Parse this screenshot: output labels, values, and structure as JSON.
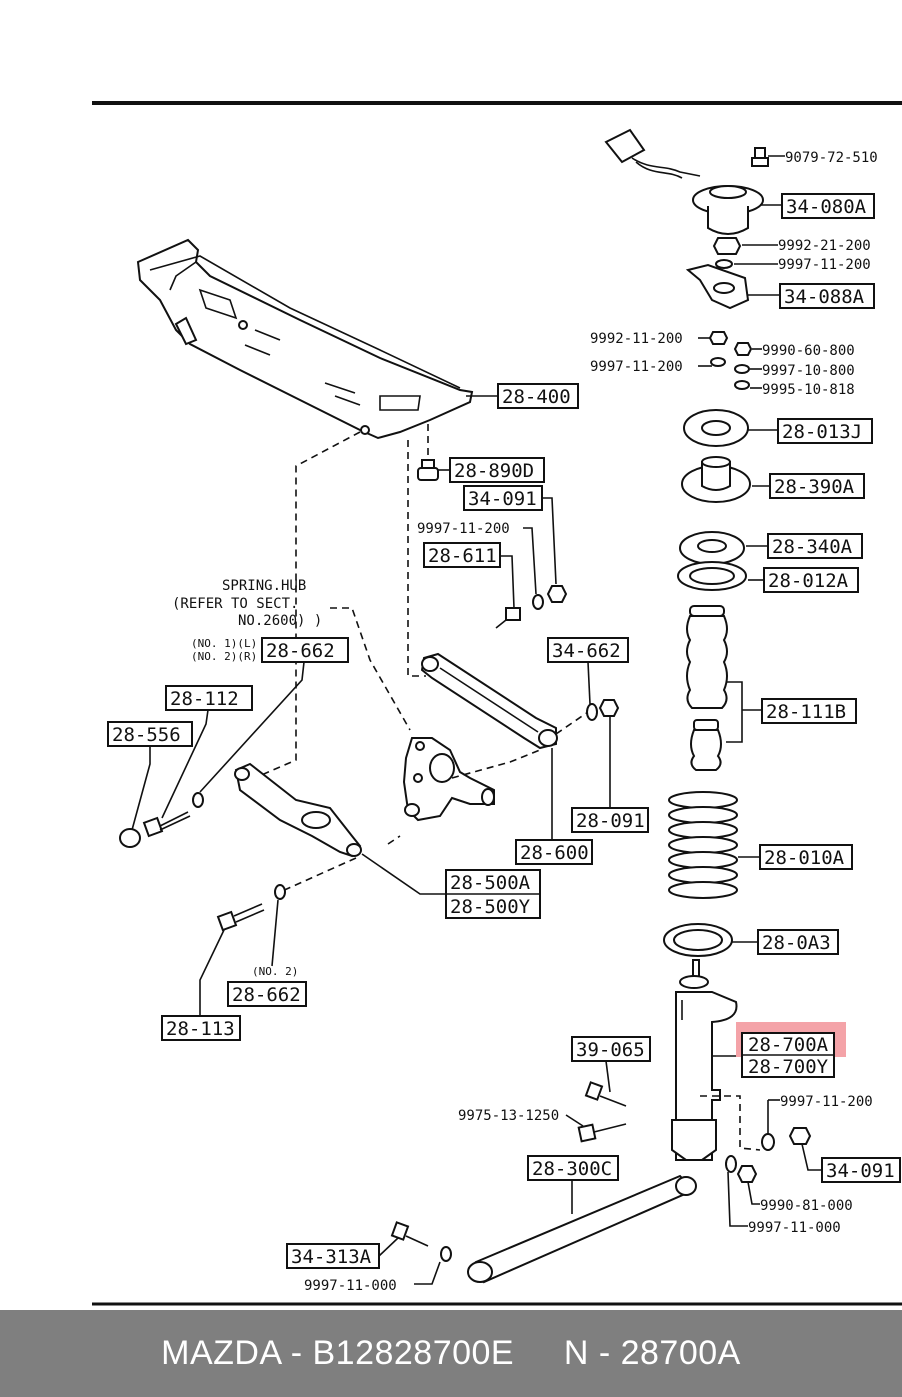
{
  "callouts": {
    "c1": "9079-72-510",
    "c2": "34-080A",
    "c3": "9992-21-200",
    "c4": "9997-11-200",
    "c5": "34-088A",
    "c6": "9992-11-200",
    "c7": "9990-60-800",
    "c8": "9997-11-200",
    "c9": "9997-10-800",
    "c10": "9995-10-818",
    "c11": "28-013J",
    "c12": "28-390A",
    "c13": "28-340A",
    "c14": "28-012A",
    "c15": "28-111B",
    "c16": "28-010A",
    "c17": "28-0A3",
    "c18": "28-700A",
    "c19": "28-700Y",
    "c20": "28-400",
    "c21": "28-890D",
    "c22": "34-091",
    "c23": "9997-11-200",
    "c24": "28-611",
    "c25": "34-662",
    "c26": "28-091",
    "c27": "28-600",
    "c28": "28-662",
    "c29": "28-112",
    "c30": "28-556",
    "c31": "28-500A",
    "c32": "28-500Y",
    "c33": "(NO. 2)",
    "c34": "28-662",
    "c35": "28-113",
    "c36": "39-065",
    "c37": "9975-13-1250",
    "c38": "9997-11-200",
    "c39": "34-091",
    "c40": "28-300C",
    "c41": "9990-81-000",
    "c42": "9997-11-000",
    "c43": "34-313A",
    "c44": "9997-11-000"
  },
  "spring_hub": {
    "line1": "SPRING.HUB",
    "line2": "(REFER TO SECT.",
    "line3": "NO.2600) )"
  },
  "no_labels": {
    "l1": "(NO. 1)(L)",
    "l2": "(NO. 2)(R)"
  },
  "highlight_color": "#f4a3a8",
  "footer": {
    "text": "MAZDA - B12828700E     N - 28700A"
  }
}
